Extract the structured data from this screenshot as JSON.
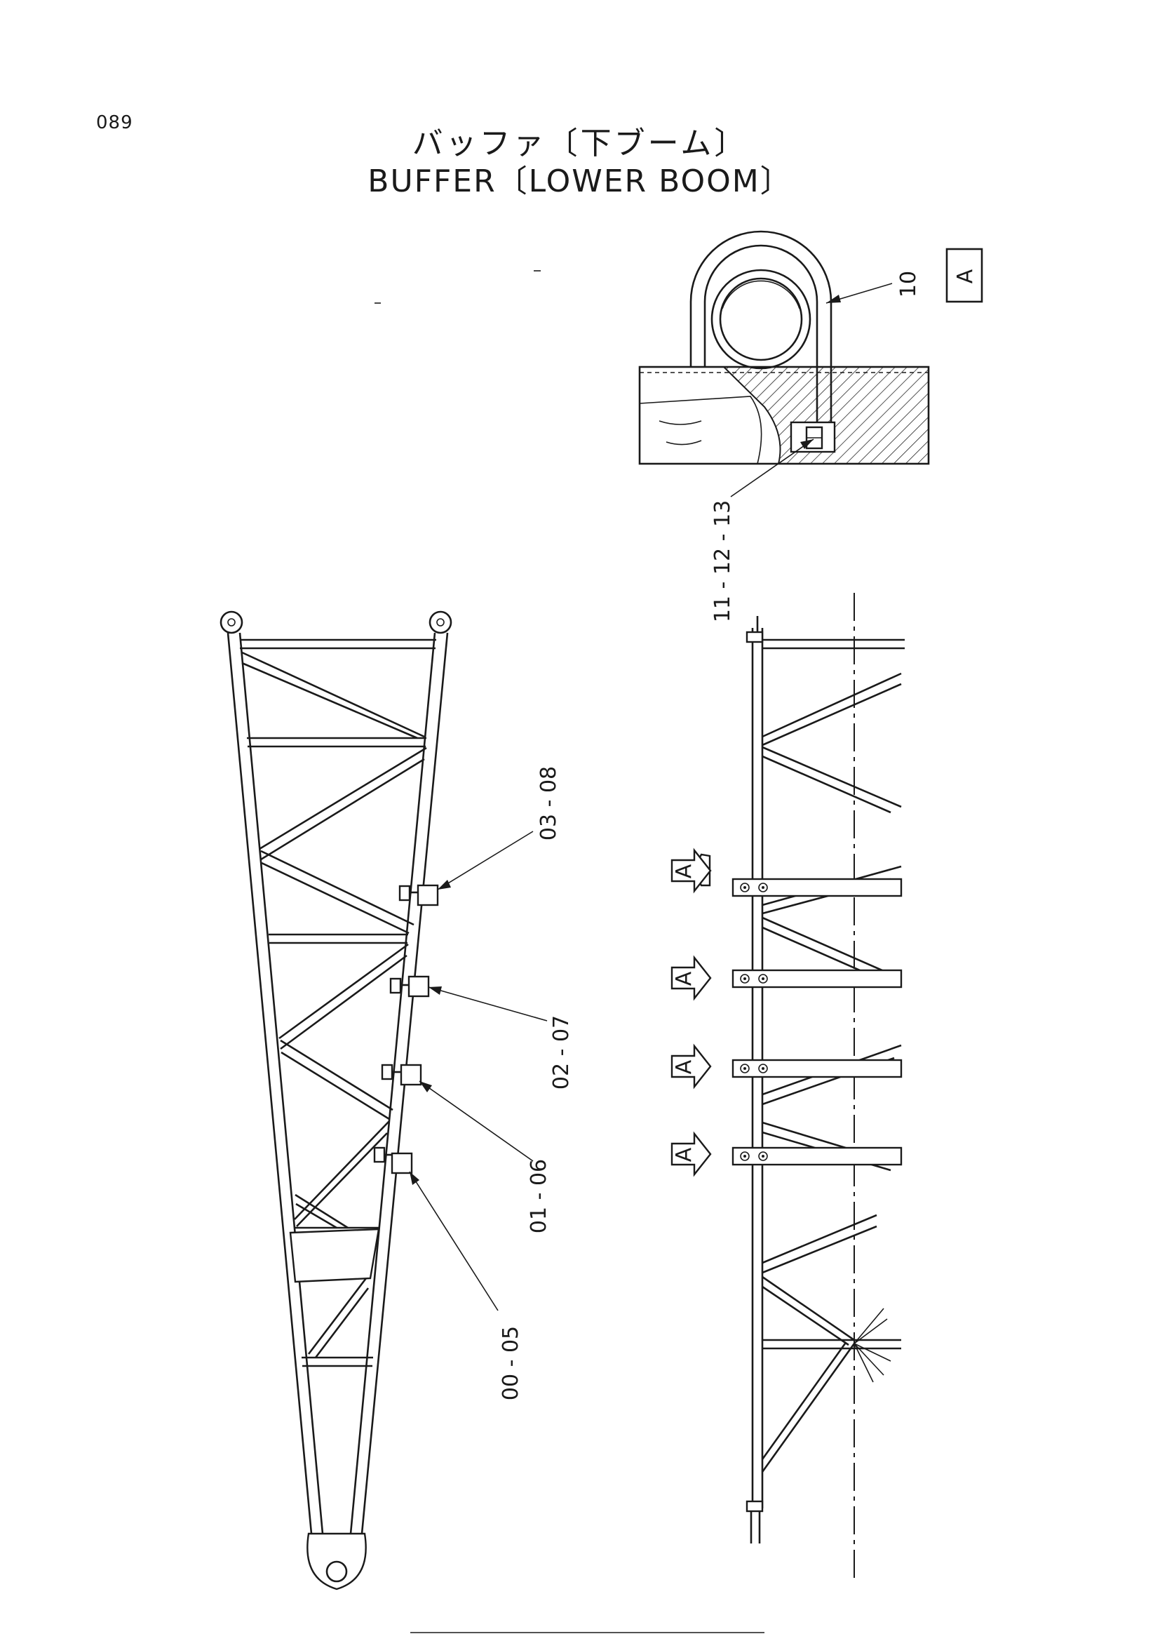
{
  "page": {
    "number": "089"
  },
  "title": {
    "japanese": "バッファ〔下ブーム〕",
    "english": "BUFFER〔LOWER BOOM〕"
  },
  "view_label": "A",
  "section_marker_letter": "A",
  "callouts": {
    "c10": "10",
    "c11_12_13": "11 - 12 - 13",
    "c03_08": "03 - 08",
    "c02_07": "02 - 07",
    "c01_06": "01 - 06",
    "c00_05": "00 - 05"
  }
}
